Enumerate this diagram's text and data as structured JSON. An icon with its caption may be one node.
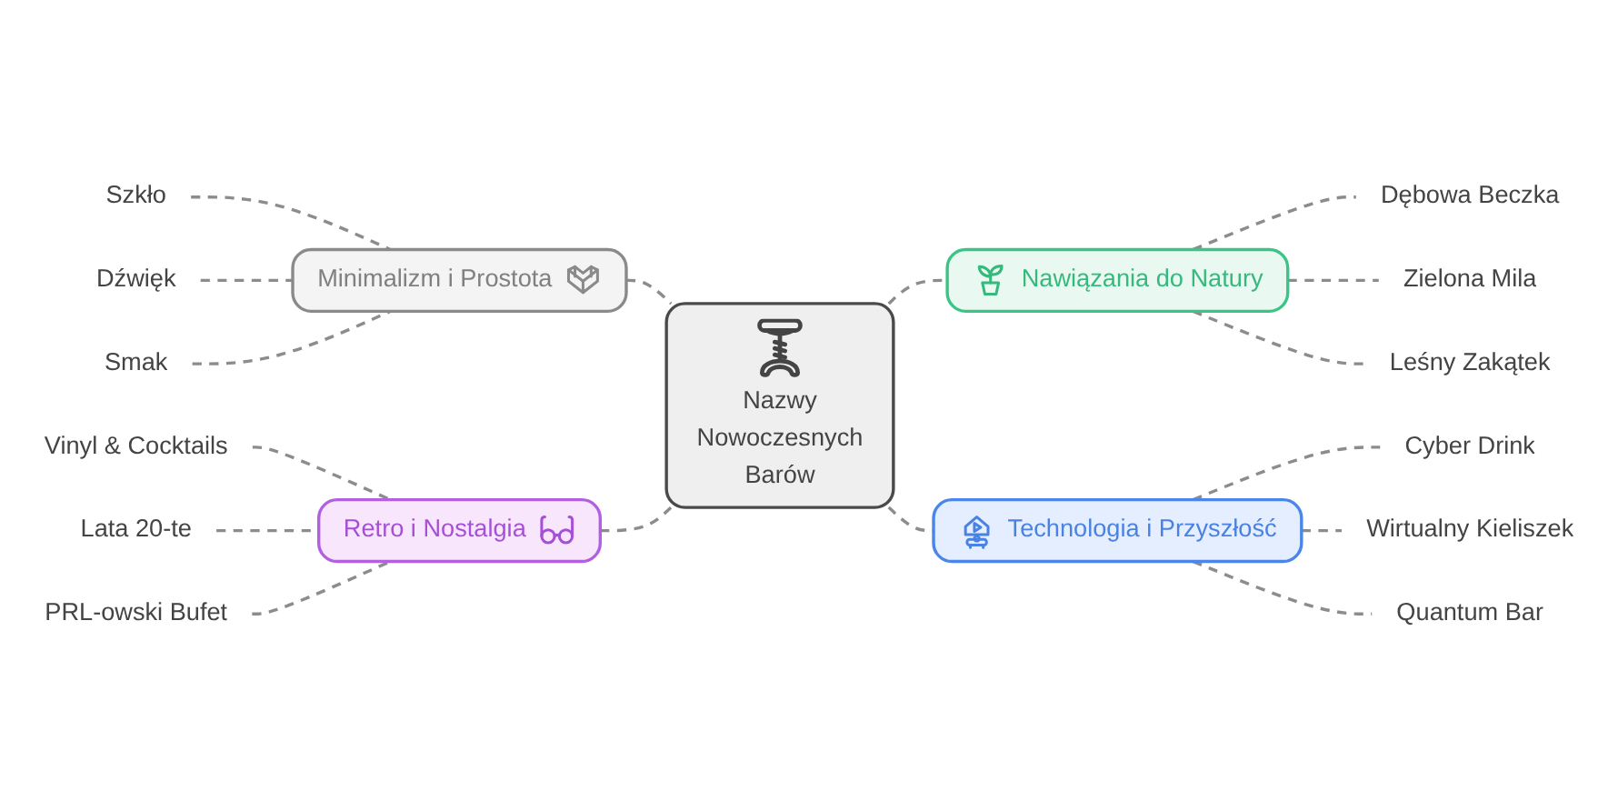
{
  "diagram": {
    "nodes": [
      {
        "text": [
          "Nazwy Nowoczesnych Barów"
        ]
      },
      {
        "text": [
          "Minimalizm i Prostota"
        ]
      },
      {
        "text": [
          "Szkło"
        ]
      },
      {
        "text": [
          "Dźwięk"
        ]
      },
      {
        "text": [
          "Smak"
        ]
      },
      {
        "text": [
          "Nawiązania do Natury"
        ]
      },
      {
        "text": [
          "Dębowa Beczka"
        ]
      },
      {
        "text": [
          "Zielona Mila"
        ]
      },
      {
        "text": [
          "Leśny Zakątek"
        ]
      },
      {
        "text": [
          "Retro i Nostalgia"
        ]
      },
      {
        "text": [
          "Vinyl & Cocktails"
        ]
      },
      {
        "text": [
          "Lata 20-te"
        ]
      },
      {
        "text": [
          "PRL-owski Bufet"
        ]
      },
      {
        "text": [
          "Technologia i Przyszłość"
        ]
      },
      {
        "text": [
          "Cyber Drink"
        ]
      },
      {
        "text": [
          "Wirtualny Kieliszek"
        ]
      },
      {
        "text": [
          "Quantum Bar"
        ]
      }
    ],
    "edges": [
      {
        "from": 1,
        "to": 0,
        "arrow": "none",
        "style": "dashed"
      },
      {
        "from": 2,
        "to": 1,
        "arrow": "none",
        "style": "dashed"
      },
      {
        "from": 3,
        "to": 1,
        "arrow": "none",
        "style": "dashed"
      },
      {
        "from": 4,
        "to": 1,
        "arrow": "none",
        "style": "dashed"
      },
      {
        "from": 0,
        "to": 5,
        "arrow": "none",
        "style": "dashed"
      },
      {
        "from": 5,
        "to": 6,
        "arrow": "none",
        "style": "dashed"
      },
      {
        "from": 5,
        "to": 7,
        "arrow": "none",
        "style": "dashed"
      },
      {
        "from": 5,
        "to": 8,
        "arrow": "none",
        "style": "dashed"
      },
      {
        "from": 9,
        "to": 0,
        "arrow": "none",
        "style": "dashed"
      },
      {
        "from": 10,
        "to": 9,
        "arrow": "none",
        "style": "dashed"
      },
      {
        "from": 11,
        "to": 9,
        "arrow": "none",
        "style": "dashed"
      },
      {
        "from": 12,
        "to": 9,
        "arrow": "none",
        "style": "dashed"
      },
      {
        "from": 0,
        "to": 13,
        "arrow": "none",
        "style": "dashed"
      },
      {
        "from": 13,
        "to": 14,
        "arrow": "none",
        "style": "dashed"
      },
      {
        "from": 13,
        "to": 15,
        "arrow": "none",
        "style": "dashed"
      },
      {
        "from": 13,
        "to": 16,
        "arrow": "none",
        "style": "dashed"
      }
    ]
  }
}
